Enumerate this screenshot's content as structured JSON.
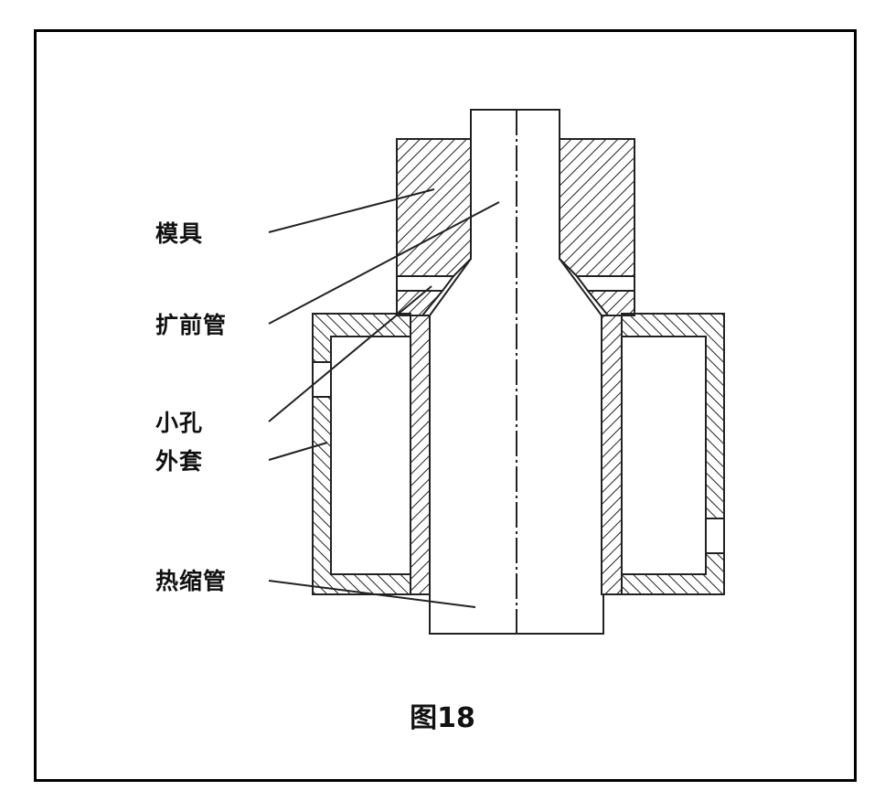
{
  "figure": {
    "caption": "图18",
    "labels": {
      "mold": "模具",
      "expansion_tube": "扩前管",
      "small_hole": "小孔",
      "outer_sleeve": "外套",
      "heat_shrink_tube": "热缩管"
    }
  },
  "colors": {
    "line": "#222222",
    "background": "#ffffff",
    "frame": "#000000"
  }
}
